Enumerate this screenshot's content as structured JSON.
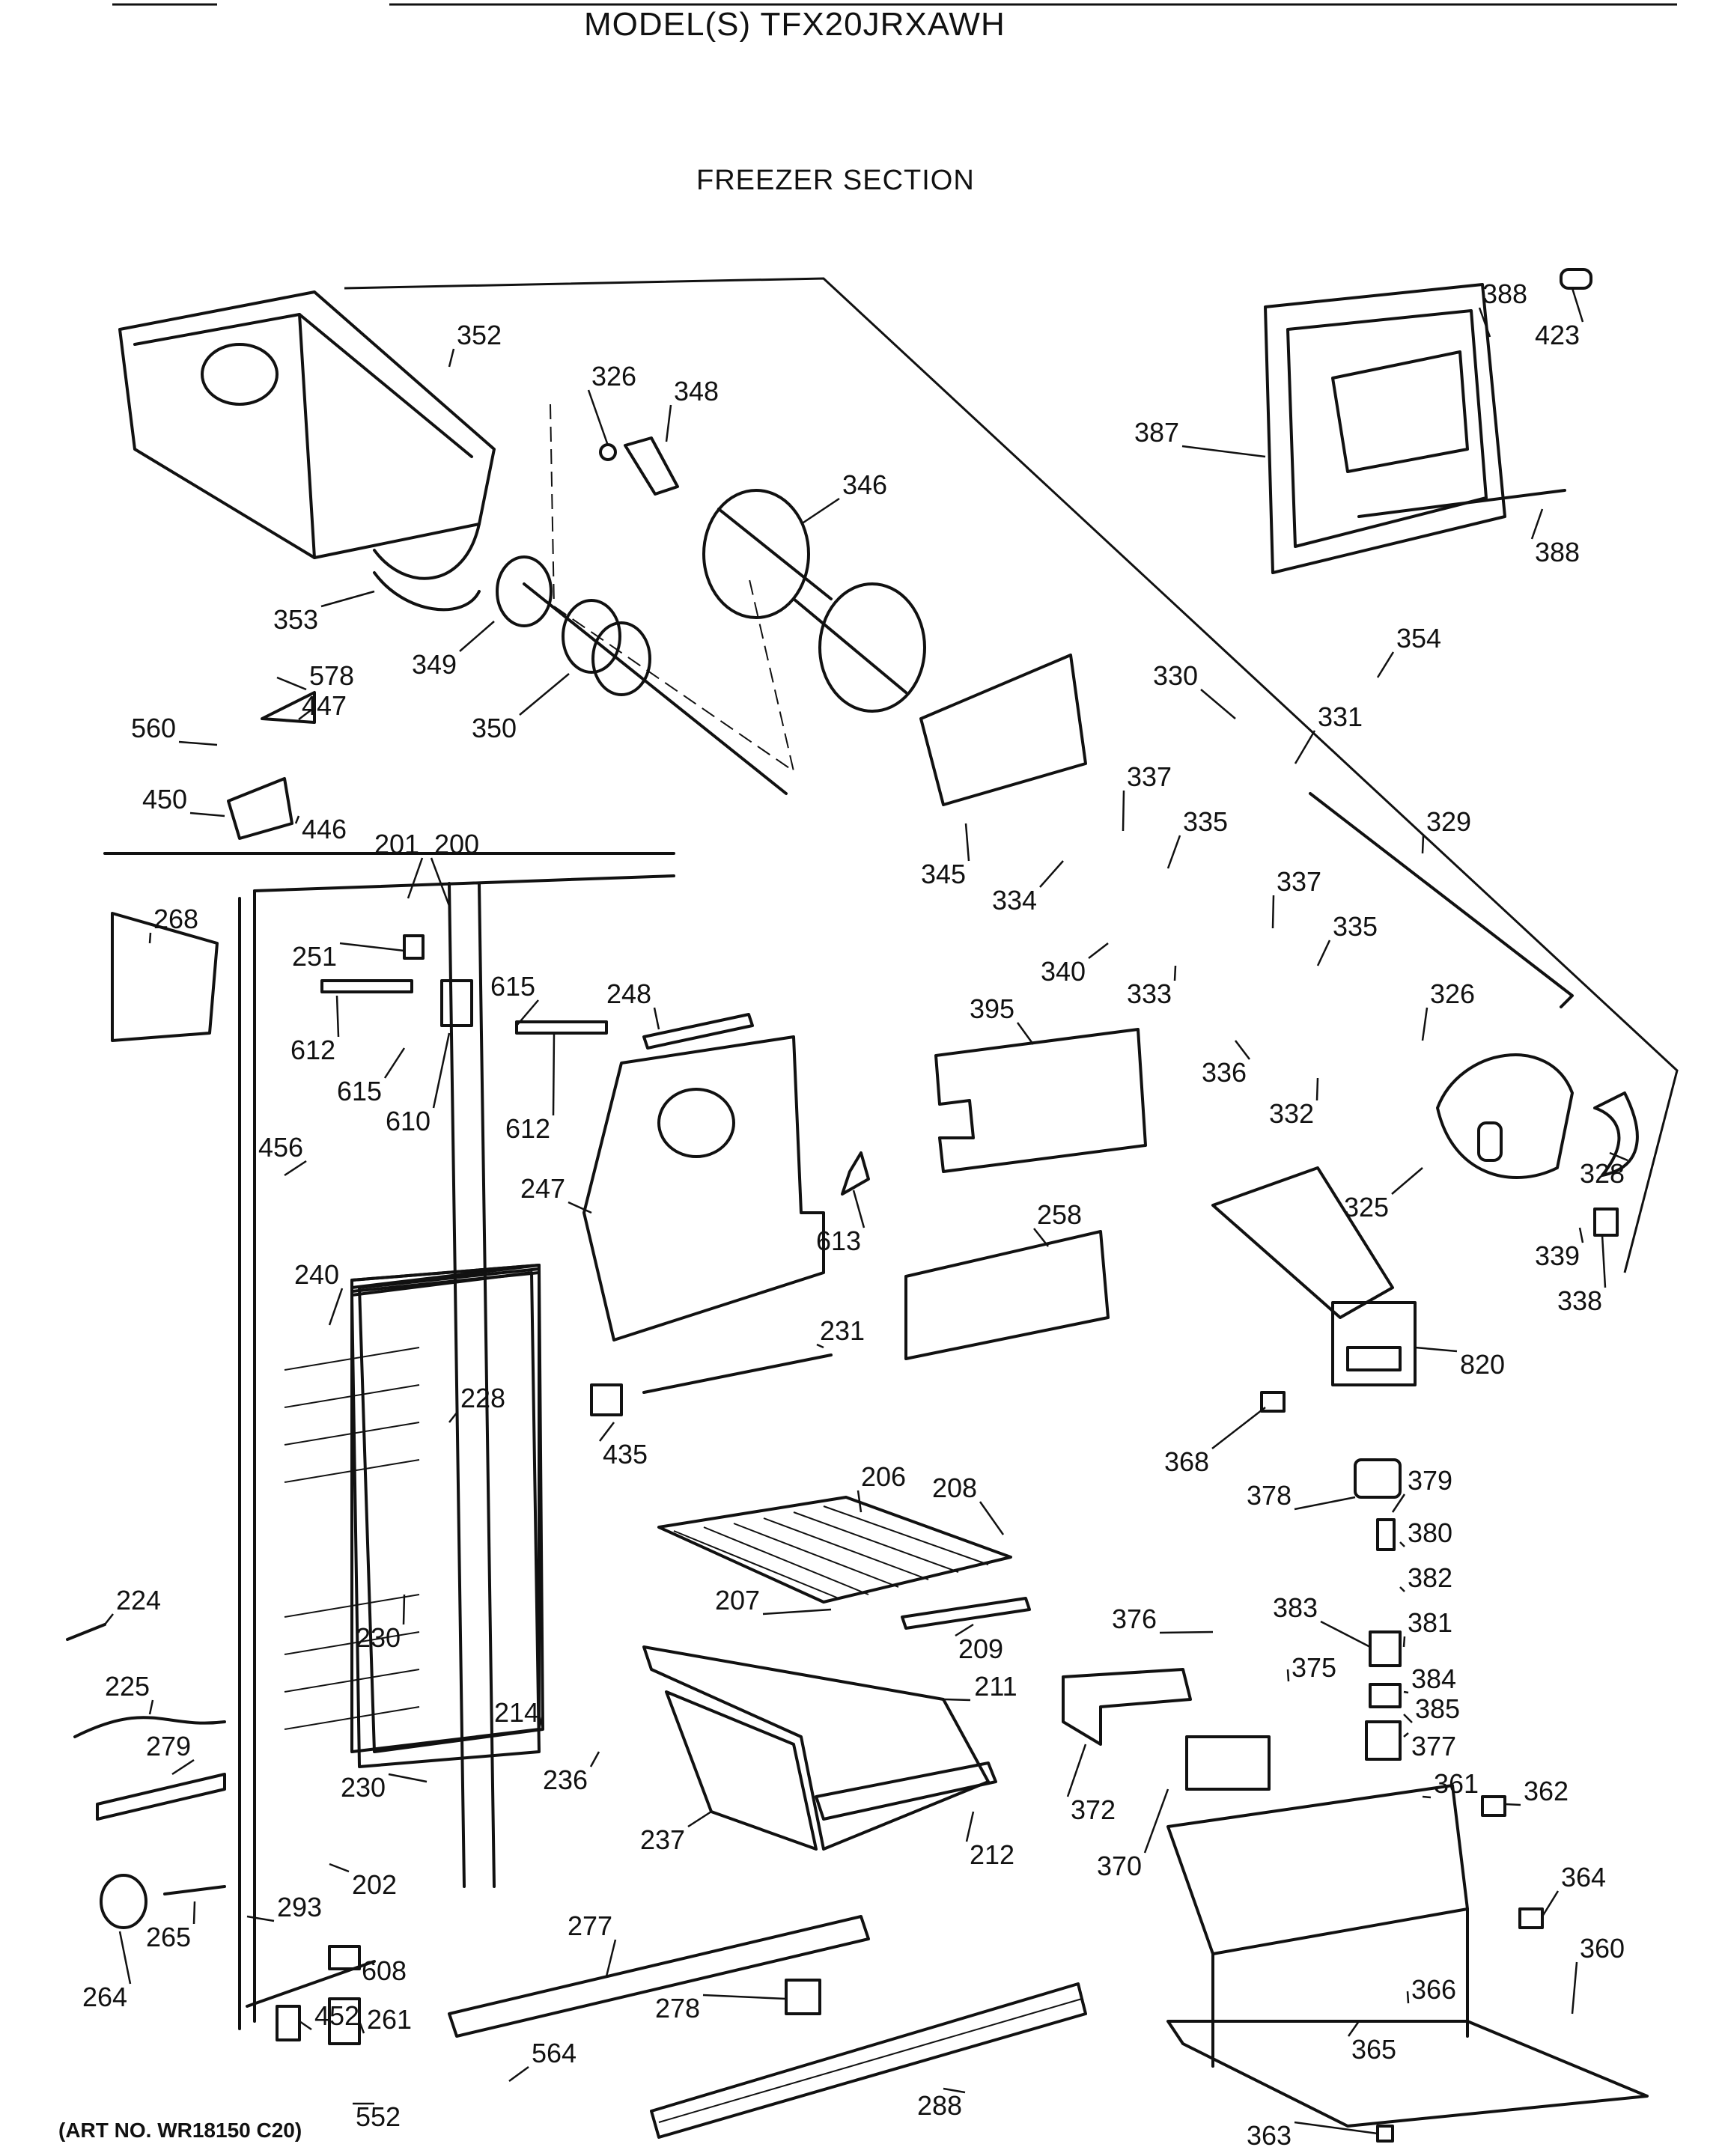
{
  "header": {
    "model_title": "MODEL(S) TFX20JRXAWH",
    "section_title": "FREEZER SECTION"
  },
  "footer": {
    "art_no": "(ART NO. WR18150 C20)"
  },
  "callouts": [
    {
      "id": "c352",
      "text": "352"
    },
    {
      "id": "c326a",
      "text": "326"
    },
    {
      "id": "c348",
      "text": "348"
    },
    {
      "id": "c346",
      "text": "346"
    },
    {
      "id": "c388a",
      "text": "388"
    },
    {
      "id": "c423",
      "text": "423"
    },
    {
      "id": "c387",
      "text": "387"
    },
    {
      "id": "c388b",
      "text": "388"
    },
    {
      "id": "c353",
      "text": "353"
    },
    {
      "id": "c349",
      "text": "349"
    },
    {
      "id": "c350",
      "text": "350"
    },
    {
      "id": "c354",
      "text": "354"
    },
    {
      "id": "c330",
      "text": "330"
    },
    {
      "id": "c331",
      "text": "331"
    },
    {
      "id": "c578",
      "text": "578"
    },
    {
      "id": "c447",
      "text": "447"
    },
    {
      "id": "c560",
      "text": "560"
    },
    {
      "id": "c450",
      "text": "450"
    },
    {
      "id": "c446",
      "text": "446"
    },
    {
      "id": "c345",
      "text": "345"
    },
    {
      "id": "c337a",
      "text": "337"
    },
    {
      "id": "c335a",
      "text": "335"
    },
    {
      "id": "c329",
      "text": "329"
    },
    {
      "id": "c334",
      "text": "334"
    },
    {
      "id": "c201",
      "text": "201"
    },
    {
      "id": "c200",
      "text": "200"
    },
    {
      "id": "c268",
      "text": "268"
    },
    {
      "id": "c251",
      "text": "251"
    },
    {
      "id": "c615a",
      "text": "615"
    },
    {
      "id": "c248",
      "text": "248"
    },
    {
      "id": "c337b",
      "text": "337"
    },
    {
      "id": "c340",
      "text": "340"
    },
    {
      "id": "c333",
      "text": "333"
    },
    {
      "id": "c335b",
      "text": "335"
    },
    {
      "id": "c612a",
      "text": "612"
    },
    {
      "id": "c615b",
      "text": "615"
    },
    {
      "id": "c610",
      "text": "610"
    },
    {
      "id": "c612b",
      "text": "612"
    },
    {
      "id": "c395",
      "text": "395"
    },
    {
      "id": "c326b",
      "text": "326"
    },
    {
      "id": "c336",
      "text": "336"
    },
    {
      "id": "c332",
      "text": "332"
    },
    {
      "id": "c456",
      "text": "456"
    },
    {
      "id": "c247",
      "text": "247"
    },
    {
      "id": "c613",
      "text": "613"
    },
    {
      "id": "c328",
      "text": "328"
    },
    {
      "id": "c325",
      "text": "325"
    },
    {
      "id": "c258",
      "text": "258"
    },
    {
      "id": "c339",
      "text": "339"
    },
    {
      "id": "c338",
      "text": "338"
    },
    {
      "id": "c240",
      "text": "240"
    },
    {
      "id": "c231",
      "text": "231"
    },
    {
      "id": "c820",
      "text": "820"
    },
    {
      "id": "c228",
      "text": "228"
    },
    {
      "id": "c435",
      "text": "435"
    },
    {
      "id": "c368",
      "text": "368"
    },
    {
      "id": "c206",
      "text": "206"
    },
    {
      "id": "c208",
      "text": "208"
    },
    {
      "id": "c378",
      "text": "378"
    },
    {
      "id": "c379",
      "text": "379"
    },
    {
      "id": "c380",
      "text": "380"
    },
    {
      "id": "c382",
      "text": "382"
    },
    {
      "id": "c224",
      "text": "224"
    },
    {
      "id": "c207",
      "text": "207"
    },
    {
      "id": "c376",
      "text": "376"
    },
    {
      "id": "c383",
      "text": "383"
    },
    {
      "id": "c381",
      "text": "381"
    },
    {
      "id": "c230a",
      "text": "230"
    },
    {
      "id": "c209",
      "text": "209"
    },
    {
      "id": "c375",
      "text": "375"
    },
    {
      "id": "c384",
      "text": "384"
    },
    {
      "id": "c385",
      "text": "385"
    },
    {
      "id": "c225",
      "text": "225"
    },
    {
      "id": "c211",
      "text": "211"
    },
    {
      "id": "c214",
      "text": "214"
    },
    {
      "id": "c377",
      "text": "377"
    },
    {
      "id": "c279",
      "text": "279"
    },
    {
      "id": "c236",
      "text": "236"
    },
    {
      "id": "c230b",
      "text": "230"
    },
    {
      "id": "c361",
      "text": "361"
    },
    {
      "id": "c362",
      "text": "362"
    },
    {
      "id": "c372",
      "text": "372"
    },
    {
      "id": "c237",
      "text": "237"
    },
    {
      "id": "c212",
      "text": "212"
    },
    {
      "id": "c370",
      "text": "370"
    },
    {
      "id": "c202",
      "text": "202"
    },
    {
      "id": "c364",
      "text": "364"
    },
    {
      "id": "c293",
      "text": "293"
    },
    {
      "id": "c265",
      "text": "265"
    },
    {
      "id": "c277",
      "text": "277"
    },
    {
      "id": "c360",
      "text": "360"
    },
    {
      "id": "c608",
      "text": "608"
    },
    {
      "id": "c264",
      "text": "264"
    },
    {
      "id": "c452",
      "text": "452"
    },
    {
      "id": "c261",
      "text": "261"
    },
    {
      "id": "c278",
      "text": "278"
    },
    {
      "id": "c366",
      "text": "366"
    },
    {
      "id": "c564",
      "text": "564"
    },
    {
      "id": "c365",
      "text": "365"
    },
    {
      "id": "c552",
      "text": "552"
    },
    {
      "id": "c288",
      "text": "288"
    },
    {
      "id": "c363",
      "text": "363"
    }
  ]
}
